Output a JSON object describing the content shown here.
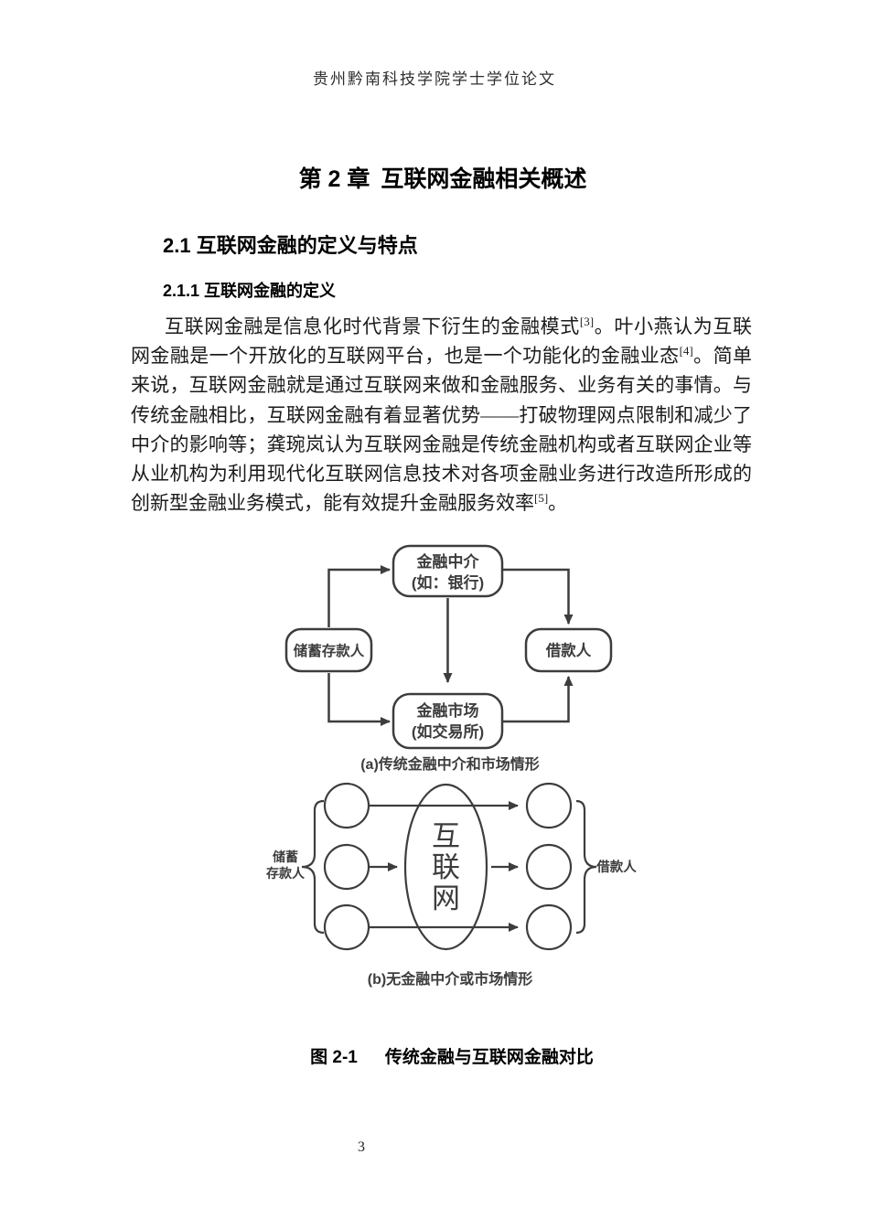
{
  "page": {
    "header": "贵州黔南科技学院学士学位论文",
    "page_number": "3"
  },
  "content": {
    "chapter": {
      "number": "第 2 章",
      "title": "互联网金融相关概述"
    },
    "section_title": "2.1 互联网金融的定义与特点",
    "subsection_title": "2.1.1 互联网金融的定义",
    "paragraph_segments": [
      {
        "text": "互联网金融是信息化时代背景下衍生的金融模式"
      },
      {
        "sup": "[3]"
      },
      {
        "text": "。叶小燕认为互联网金融是一个开放化的互联网平台，也是一个功能化的金融业态"
      },
      {
        "sup": "[4]"
      },
      {
        "text": "。简单来说，互联网金融就是通过互联网来做和金融服务、业务有关的事情。与传统金融相比，互联网金融有着显著优势——打破物理网点限制和减少了中介的影响等；龚琬岚认为互联网金融是传统金融机构或者互联网企业等从业机构为利用现代化互联网信息技术对各项金融业务进行改造所形成的创新型金融业务模式，能有效提升金融服务效率"
      },
      {
        "sup": "[5]"
      },
      {
        "text": "。"
      }
    ]
  },
  "figure": {
    "label": "图 2-1",
    "title": "传统金融与互联网金融对比",
    "panel_a": {
      "caption": "(a)传统金融中介和市场情形",
      "intermediary_line1": "金融中介",
      "intermediary_line2": "(如：银行)",
      "market_line1": "金融市场",
      "market_line2": "(如交易所)",
      "depositors": "储蓄存款人",
      "borrowers": "借款人"
    },
    "panel_b": {
      "caption": "(b)无金融中介或市场情形",
      "internet_char1": "互",
      "internet_char2": "联",
      "internet_char3": "网",
      "depositors_line1": "储蓄",
      "depositors_line2": "存款人",
      "borrowers": "借款人"
    }
  },
  "colors": {
    "diagram_ink": "#3d3d3d",
    "body_text": "#1b1b1b"
  }
}
